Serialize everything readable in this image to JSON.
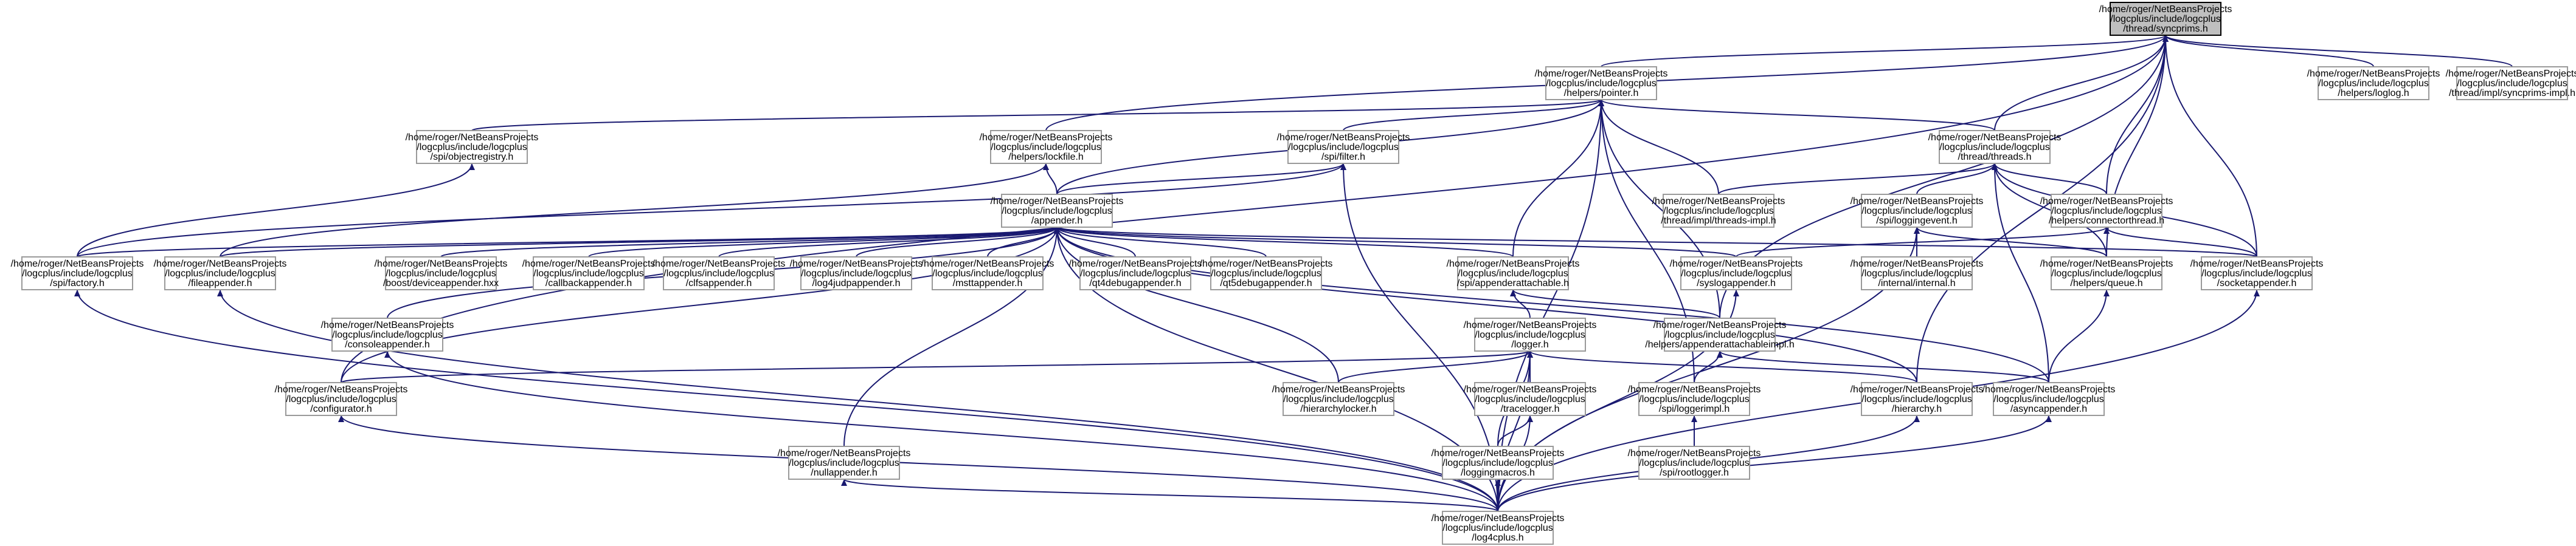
{
  "graph": {
    "root": "thread_syncprims",
    "edge_color": "#191970",
    "root_fill": "#bfbfbf",
    "nodes": [
      {
        "id": "thread_syncprims",
        "lines": [
          "/home/roger/NetBeansProjects",
          "/logcplus/include/logcplus",
          "/thread/syncprims.h"
        ]
      },
      {
        "id": "helpers_pointer",
        "lines": [
          "/home/roger/NetBeansProjects",
          "/logcplus/include/logcplus",
          "/helpers/pointer.h"
        ]
      },
      {
        "id": "helpers_loglog",
        "lines": [
          "/home/roger/NetBeansProjects",
          "/logcplus/include/logcplus",
          "/helpers/loglog.h"
        ]
      },
      {
        "id": "syncprims_impl",
        "lines": [
          "/home/roger/NetBeansProjects",
          "/logcplus/include/logcplus",
          "/thread/impl/syncprims-impl.h"
        ]
      },
      {
        "id": "objectregistry",
        "lines": [
          "/home/roger/NetBeansProjects",
          "/logcplus/include/logcplus",
          "/spi/objectregistry.h"
        ]
      },
      {
        "id": "lockfile",
        "lines": [
          "/home/roger/NetBeansProjects",
          "/logcplus/include/logcplus",
          "/helpers/lockfile.h"
        ]
      },
      {
        "id": "filter",
        "lines": [
          "/home/roger/NetBeansProjects",
          "/logcplus/include/logcplus",
          "/spi/filter.h"
        ]
      },
      {
        "id": "threads",
        "lines": [
          "/home/roger/NetBeansProjects",
          "/logcplus/include/logcplus",
          "/thread/threads.h"
        ]
      },
      {
        "id": "appender",
        "lines": [
          "/home/roger/NetBeansProjects",
          "/logcplus/include/logcplus",
          "/appender.h"
        ]
      },
      {
        "id": "threads_impl",
        "lines": [
          "/home/roger/NetBeansProjects",
          "/logcplus/include/logcplus",
          "/thread/impl/threads-impl.h"
        ]
      },
      {
        "id": "loggingevent",
        "lines": [
          "/home/roger/NetBeansProjects",
          "/logcplus/include/logcplus",
          "/spi/loggingevent.h"
        ]
      },
      {
        "id": "connectorthread",
        "lines": [
          "/home/roger/NetBeansProjects",
          "/logcplus/include/logcplus",
          "/helpers/connectorthread.h"
        ]
      },
      {
        "id": "factory",
        "lines": [
          "/home/roger/NetBeansProjects",
          "/logcplus/include/logcplus",
          "/spi/factory.h"
        ]
      },
      {
        "id": "fileappender",
        "lines": [
          "/home/roger/NetBeansProjects",
          "/logcplus/include/logcplus",
          "/fileappender.h"
        ]
      },
      {
        "id": "devicesappender",
        "lines": [
          "/home/roger/NetBeansProjects",
          "/logcplus/include/logcplus",
          "/boost/deviceappender.hxx"
        ]
      },
      {
        "id": "callbackappender",
        "lines": [
          "/home/roger/NetBeansProjects",
          "/logcplus/include/logcplus",
          "/callbackappender.h"
        ]
      },
      {
        "id": "clfsappender",
        "lines": [
          "/home/roger/NetBeansProjects",
          "/logcplus/include/logcplus",
          "/clfsappender.h"
        ]
      },
      {
        "id": "log4judpappender",
        "lines": [
          "/home/roger/NetBeansProjects",
          "/logcplus/include/logcplus",
          "/log4judpappender.h"
        ]
      },
      {
        "id": "msttappender",
        "lines": [
          "/home/roger/NetBeansProjects",
          "/logcplus/include/logcplus",
          "/msttappender.h"
        ]
      },
      {
        "id": "qt4debugappender",
        "lines": [
          "/home/roger/NetBeansProjects",
          "/logcplus/include/logcplus",
          "/qt4debugappender.h"
        ]
      },
      {
        "id": "qt5debugappender",
        "lines": [
          "/home/roger/NetBeansProjects",
          "/logcplus/include/logcplus",
          "/qt5debugappender.h"
        ]
      },
      {
        "id": "appenderattachable",
        "lines": [
          "/home/roger/NetBeansProjects",
          "/logcplus/include/logcplus",
          "/spi/appenderattachable.h"
        ]
      },
      {
        "id": "syslogappender",
        "lines": [
          "/home/roger/NetBeansProjects",
          "/logcplus/include/logcplus",
          "/syslogappender.h"
        ]
      },
      {
        "id": "internal",
        "lines": [
          "/home/roger/NetBeansProjects",
          "/logcplus/include/logcplus",
          "/internal/internal.h"
        ]
      },
      {
        "id": "queue",
        "lines": [
          "/home/roger/NetBeansProjects",
          "/logcplus/include/logcplus",
          "/helpers/queue.h"
        ]
      },
      {
        "id": "socketappender",
        "lines": [
          "/home/roger/NetBeansProjects",
          "/logcplus/include/logcplus",
          "/socketappender.h"
        ]
      },
      {
        "id": "consoleappender",
        "lines": [
          "/home/roger/NetBeansProjects",
          "/logcplus/include/logcplus",
          "/consoleappender.h"
        ]
      },
      {
        "id": "logger",
        "lines": [
          "/home/roger/NetBeansProjects",
          "/logcplus/include/logcplus",
          "/logger.h"
        ]
      },
      {
        "id": "appenderattachableimpl",
        "lines": [
          "/home/roger/NetBeansProjects",
          "/logcplus/include/logcplus",
          "/helpers/appenderattachableimpl.h"
        ]
      },
      {
        "id": "configurator",
        "lines": [
          "/home/roger/NetBeansProjects",
          "/logcplus/include/logcplus",
          "/configurator.h"
        ]
      },
      {
        "id": "ndc",
        "lines": [
          "/home/roger/NetBeansProjects",
          "/logcplus/include/logcplus",
          "/hierarchylocker.h"
        ]
      },
      {
        "id": "tracelogger",
        "lines": [
          "/home/roger/NetBeansProjects",
          "/logcplus/include/logcplus",
          "/tracelogger.h"
        ]
      },
      {
        "id": "loggerimpl",
        "lines": [
          "/home/roger/NetBeansProjects",
          "/logcplus/include/logcplus",
          "/spi/loggerimpl.h"
        ]
      },
      {
        "id": "hierarchy",
        "lines": [
          "/home/roger/NetBeansProjects",
          "/logcplus/include/logcplus",
          "/hierarchy.h"
        ]
      },
      {
        "id": "asyncappender",
        "lines": [
          "/home/roger/NetBeansProjects",
          "/logcplus/include/logcplus",
          "/asyncappender.h"
        ]
      },
      {
        "id": "nullappender",
        "lines": [
          "/home/roger/NetBeansProjects",
          "/logcplus/include/logcplus",
          "/nullappender.h"
        ]
      },
      {
        "id": "loggingmacros",
        "lines": [
          "/home/roger/NetBeansProjects",
          "/logcplus/include/logcplus",
          "/loggingmacros.h"
        ]
      },
      {
        "id": "rootlogger",
        "lines": [
          "/home/roger/NetBeansProjects",
          "/logcplus/include/logcplus",
          "/spi/rootlogger.h"
        ]
      },
      {
        "id": "log4cplus",
        "lines": [
          "/home/roger/NetBeansProjects",
          "/logcplus/include/logcplus",
          "/log4cplus.h"
        ]
      }
    ],
    "edges": [
      [
        "helpers_pointer",
        "thread_syncprims"
      ],
      [
        "helpers_loglog",
        "thread_syncprims"
      ],
      [
        "syncprims_impl",
        "thread_syncprims"
      ],
      [
        "lockfile",
        "thread_syncprims"
      ],
      [
        "threads",
        "thread_syncprims"
      ],
      [
        "connectorthread",
        "thread_syncprims"
      ],
      [
        "queue",
        "thread_syncprims"
      ],
      [
        "socketappender",
        "thread_syncprims"
      ],
      [
        "appenderattachableimpl",
        "thread_syncprims"
      ],
      [
        "hierarchy",
        "thread_syncprims"
      ],
      [
        "configurator",
        "thread_syncprims"
      ],
      [
        "objectregistry",
        "helpers_pointer"
      ],
      [
        "filter",
        "helpers_pointer"
      ],
      [
        "appender",
        "helpers_pointer"
      ],
      [
        "threads",
        "helpers_pointer"
      ],
      [
        "threads_impl",
        "helpers_pointer"
      ],
      [
        "appenderattachable",
        "helpers_pointer"
      ],
      [
        "appenderattachableimpl",
        "helpers_pointer"
      ],
      [
        "loggerimpl",
        "helpers_pointer"
      ],
      [
        "log4cplus",
        "helpers_pointer"
      ],
      [
        "factory",
        "objectregistry"
      ],
      [
        "appender",
        "lockfile"
      ],
      [
        "fileappender",
        "lockfile"
      ],
      [
        "appender",
        "filter"
      ],
      [
        "factory",
        "filter"
      ],
      [
        "log4cplus",
        "filter"
      ],
      [
        "threads_impl",
        "threads"
      ],
      [
        "loggingevent",
        "threads"
      ],
      [
        "connectorthread",
        "threads"
      ],
      [
        "queue",
        "threads"
      ],
      [
        "asyncappender",
        "threads"
      ],
      [
        "socketappender",
        "threads"
      ],
      [
        "factory",
        "appender"
      ],
      [
        "fileappender",
        "appender"
      ],
      [
        "devicesappender",
        "appender"
      ],
      [
        "callbackappender",
        "appender"
      ],
      [
        "clfsappender",
        "appender"
      ],
      [
        "log4judpappender",
        "appender"
      ],
      [
        "msttappender",
        "appender"
      ],
      [
        "qt4debugappender",
        "appender"
      ],
      [
        "qt5debugappender",
        "appender"
      ],
      [
        "appenderattachable",
        "appender"
      ],
      [
        "syslogappender",
        "appender"
      ],
      [
        "socketappender",
        "appender"
      ],
      [
        "consoleappender",
        "appender"
      ],
      [
        "configurator",
        "appender"
      ],
      [
        "ndc",
        "appender"
      ],
      [
        "hierarchy",
        "appender"
      ],
      [
        "asyncappender",
        "appender"
      ],
      [
        "nullappender",
        "appender"
      ],
      [
        "log4cplus",
        "appender"
      ],
      [
        "internal",
        "loggingevent"
      ],
      [
        "queue",
        "loggingevent"
      ],
      [
        "log4cplus",
        "loggingevent"
      ],
      [
        "syslogappender",
        "connectorthread"
      ],
      [
        "socketappender",
        "connectorthread"
      ],
      [
        "logger",
        "appenderattachable"
      ],
      [
        "appenderattachableimpl",
        "appenderattachable"
      ],
      [
        "asyncappender",
        "queue"
      ],
      [
        "log4cplus",
        "socketappender"
      ],
      [
        "log4cplus",
        "factory"
      ],
      [
        "log4cplus",
        "fileappender"
      ],
      [
        "log4cplus",
        "syslogappender"
      ],
      [
        "configurator",
        "logger"
      ],
      [
        "ndc",
        "logger"
      ],
      [
        "tracelogger",
        "logger"
      ],
      [
        "loggingmacros",
        "logger"
      ],
      [
        "hierarchy",
        "logger"
      ],
      [
        "log4cplus",
        "logger"
      ],
      [
        "loggerimpl",
        "appenderattachableimpl"
      ],
      [
        "asyncappender",
        "appenderattachableimpl"
      ],
      [
        "log4cplus",
        "configurator"
      ],
      [
        "log4cplus",
        "consoleappender"
      ],
      [
        "loggingmacros",
        "tracelogger"
      ],
      [
        "log4cplus",
        "tracelogger"
      ],
      [
        "rootlogger",
        "loggerimpl"
      ],
      [
        "log4cplus",
        "hierarchy"
      ],
      [
        "log4cplus",
        "asyncappender"
      ],
      [
        "log4cplus",
        "nullappender"
      ],
      [
        "log4cplus",
        "loggingmacros"
      ]
    ]
  }
}
